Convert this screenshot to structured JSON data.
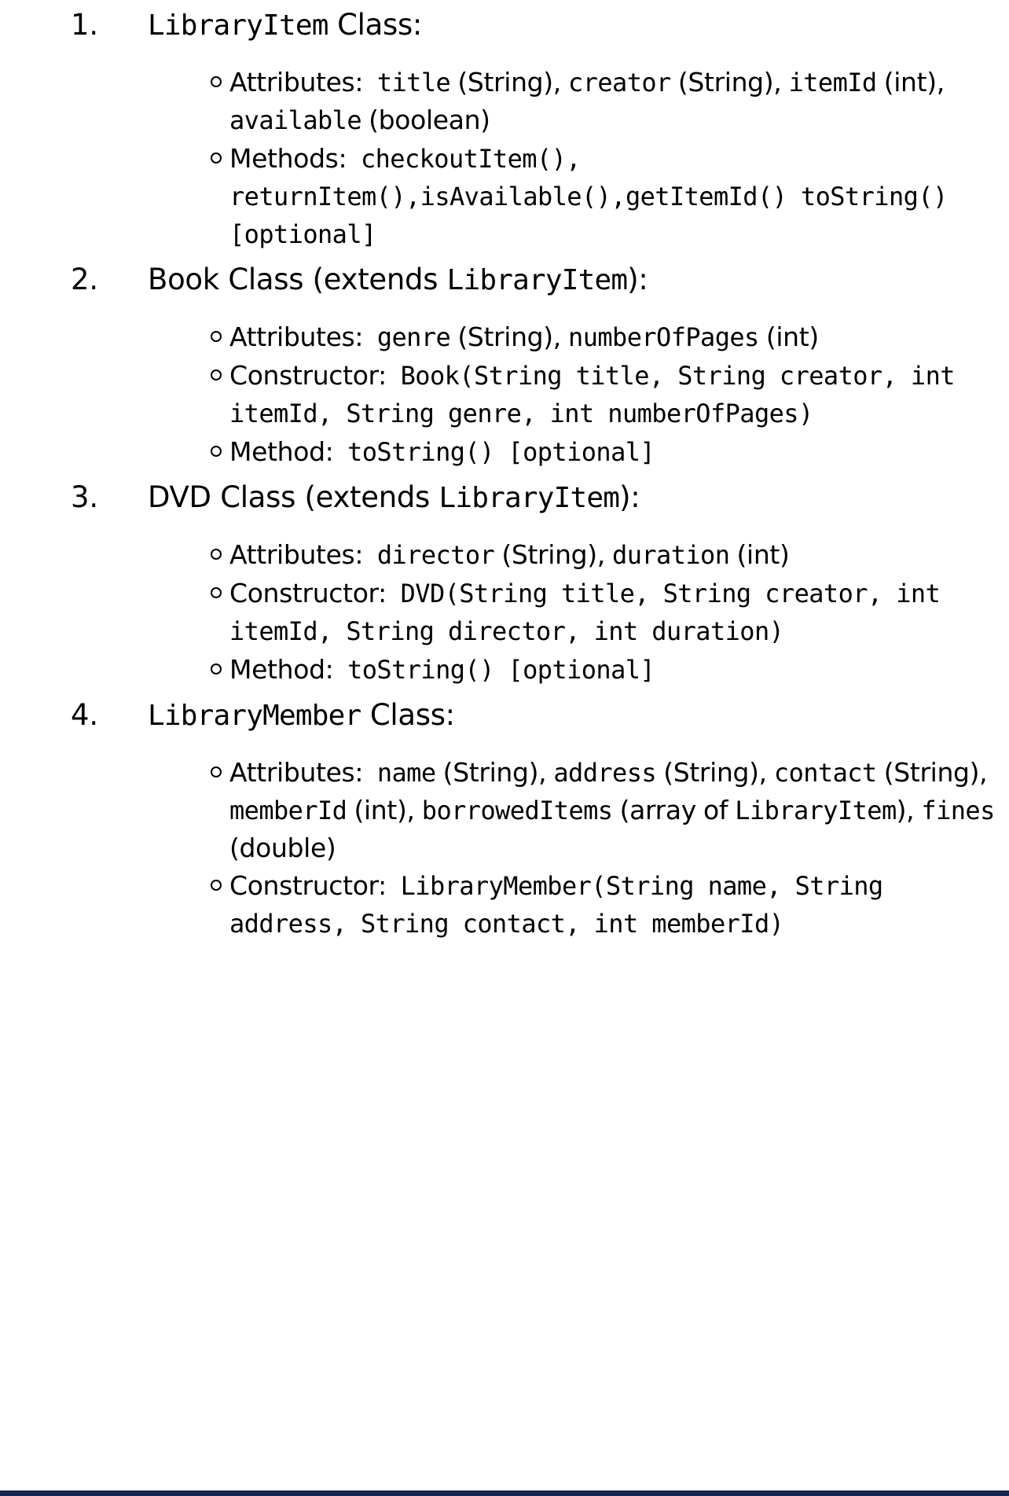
{
  "document": {
    "type": "java-class-specification-outline",
    "background_color": "#ffffff",
    "text_color": "#000000",
    "bottom_bar_color": "#12284c"
  },
  "items": [
    {
      "number": "1.",
      "heading_code": "LibraryItem",
      "heading_tail": " Class:",
      "heading_lead": "",
      "bullets": [
        {
          "label": "Attributes:",
          "segments": [
            {
              "t": "mono",
              "v": " title"
            },
            {
              "t": "text",
              "v": " (String), "
            },
            {
              "t": "mono",
              "v": "creator"
            },
            {
              "t": "text",
              "v": " (String), "
            },
            {
              "t": "mono",
              "v": "itemId"
            },
            {
              "t": "text",
              "v": " (int), "
            },
            {
              "t": "mono",
              "v": "available"
            },
            {
              "t": "text",
              "v": " (boolean)"
            }
          ]
        },
        {
          "label": "Methods:",
          "segments": [
            {
              "t": "mono",
              "v": " checkoutItem(), returnItem(),isAvailable(),getItemId() toString() [optional]"
            }
          ]
        }
      ]
    },
    {
      "number": "2.",
      "heading_lead": "Book Class (extends ",
      "heading_code": "LibraryItem",
      "heading_tail": "):",
      "bullets": [
        {
          "label": "Attributes:",
          "segments": [
            {
              "t": "mono",
              "v": " genre"
            },
            {
              "t": "text",
              "v": " (String), "
            },
            {
              "t": "mono",
              "v": "numberOfPages"
            },
            {
              "t": "text",
              "v": " (int)"
            }
          ]
        },
        {
          "label": "Constructor:",
          "segments": [
            {
              "t": "mono",
              "v": " Book(String title, String creator, int itemId, String genre, int numberOfPages)"
            }
          ]
        },
        {
          "label": "Method:",
          "segments": [
            {
              "t": "mono",
              "v": " toString() [optional]"
            }
          ]
        }
      ]
    },
    {
      "number": "3.",
      "heading_lead": "DVD Class (extends ",
      "heading_code": "LibraryItem",
      "heading_tail": "):",
      "bullets": [
        {
          "label": "Attributes:",
          "segments": [
            {
              "t": "mono",
              "v": " director"
            },
            {
              "t": "text",
              "v": " (String), "
            },
            {
              "t": "mono",
              "v": "duration"
            },
            {
              "t": "text",
              "v": " (int)"
            }
          ]
        },
        {
          "label": "Constructor:",
          "segments": [
            {
              "t": "mono",
              "v": " DVD(String title, String creator, int itemId, String director, int duration)"
            }
          ]
        },
        {
          "label": "Method:",
          "segments": [
            {
              "t": "mono",
              "v": " toString() [optional]"
            }
          ]
        }
      ]
    },
    {
      "number": "4.",
      "heading_lead": "",
      "heading_code": "LibraryMember",
      "heading_tail": " Class:",
      "bullets": [
        {
          "label": "Attributes:",
          "segments": [
            {
              "t": "mono",
              "v": " name"
            },
            {
              "t": "text",
              "v": " (String), "
            },
            {
              "t": "mono",
              "v": "address"
            },
            {
              "t": "text",
              "v": " (String), "
            },
            {
              "t": "mono",
              "v": "contact"
            },
            {
              "t": "text",
              "v": " (String), "
            },
            {
              "t": "mono",
              "v": "memberId"
            },
            {
              "t": "text",
              "v": " (int), "
            },
            {
              "t": "mono",
              "v": "borrowedItems"
            },
            {
              "t": "text",
              "v": " (array of "
            },
            {
              "t": "mono",
              "v": "LibraryItem"
            },
            {
              "t": "text",
              "v": "), "
            },
            {
              "t": "mono",
              "v": "fines"
            },
            {
              "t": "text",
              "v": " (double)"
            }
          ]
        },
        {
          "label": "Constructor:",
          "segments": [
            {
              "t": "mono",
              "v": " LibraryMember(String name, String address, String contact, int memberId)"
            }
          ]
        }
      ]
    }
  ]
}
